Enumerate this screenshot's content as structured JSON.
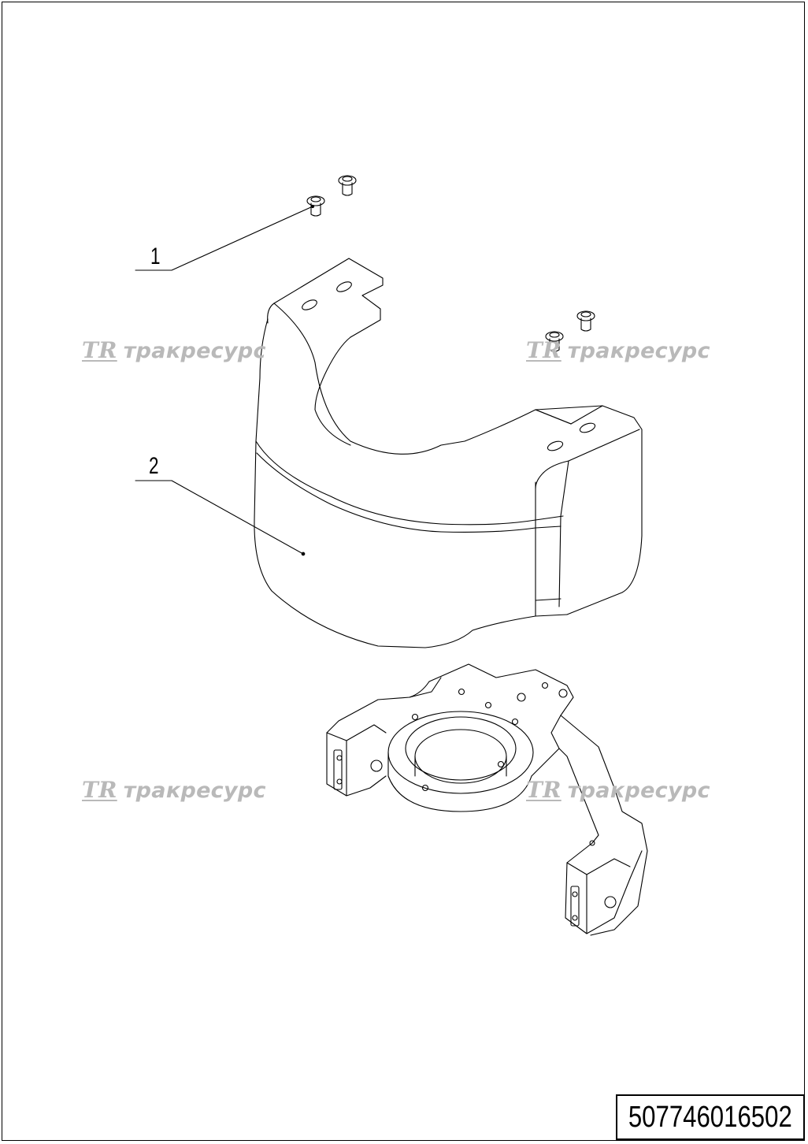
{
  "watermark": {
    "logo": "TR",
    "text": "тракресурс",
    "color": "#b9b9b9"
  },
  "callouts": [
    {
      "label": "1",
      "part": "bolt"
    },
    {
      "label": "2",
      "part": "cover"
    }
  ],
  "document_number": "507746016502"
}
